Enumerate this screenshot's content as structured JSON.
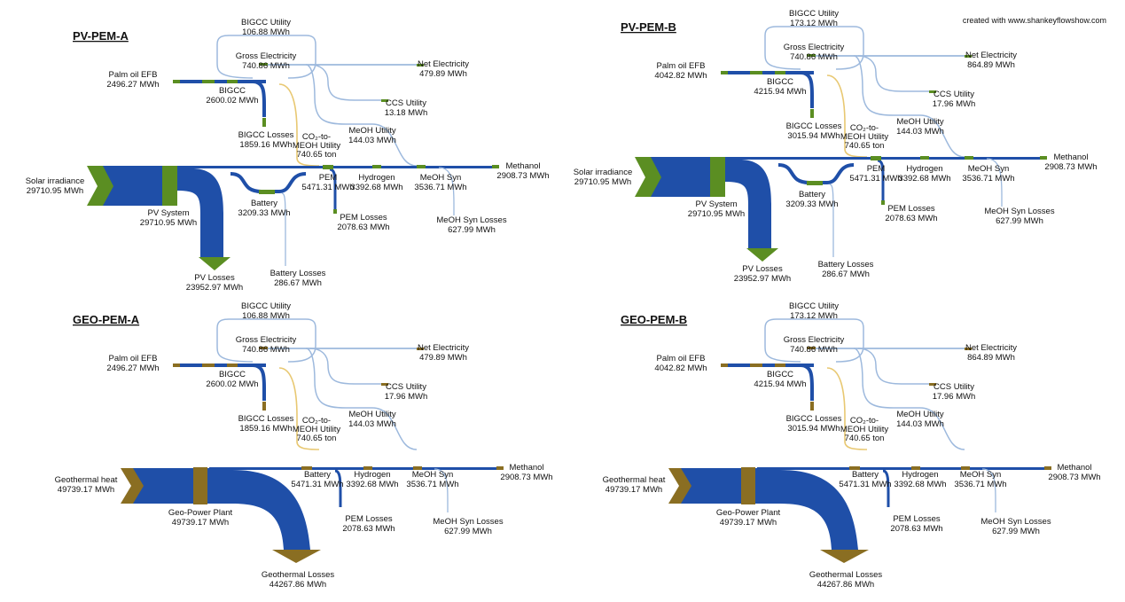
{
  "credit": "created with www.shankeyflowshow.com",
  "colors": {
    "link": "#1f4fa8",
    "thin": "#9db9dd",
    "co2": "#e8c872",
    "pv_node": "#5b8e22",
    "geo_node": "#8a6e22"
  },
  "panels": [
    {
      "title": "PV-PEM-A",
      "theme": "pv",
      "nodes": {
        "bigcc_util": [
          "BIGCC Utility",
          "106.88 MWh"
        ],
        "gross": [
          "Gross Electricity",
          "740.86 MWh"
        ],
        "palm": [
          "Palm oil EFB",
          "2496.27 MWh"
        ],
        "bigcc": [
          "BIGCC",
          "2600.02 MWh"
        ],
        "net": [
          "Net Electricity",
          "479.89 MWh"
        ],
        "ccs": [
          "CCS Utility",
          "13.18 MWh"
        ],
        "bigcc_loss": [
          "BIGCC Losses",
          "1859.16 MWh"
        ],
        "co2": [
          "CO₂-to-",
          "MEOH Utility",
          "740.65 ton"
        ],
        "meoh_util": [
          "MeOH Utility",
          "144.03 MWh"
        ],
        "source": [
          "Solar irradiance",
          "29710.95 MWh"
        ],
        "plant": [
          "PV System",
          "29710.95 MWh"
        ],
        "plant_loss": [
          "PV Losses",
          "23952.97 MWh"
        ],
        "battery": [
          "Battery",
          "3209.33 MWh"
        ],
        "battery_loss": [
          "Battery Losses",
          "286.67 MWh"
        ],
        "pem": [
          "PEM",
          "5471.31 MWh"
        ],
        "pem_loss": [
          "PEM Losses",
          "2078.63 MWh"
        ],
        "hydrogen": [
          "Hydrogen",
          "3392.68 MWh"
        ],
        "meoh_syn": [
          "MeOH Syn",
          "3536.71 MWh"
        ],
        "meoh_syn_loss": [
          "MeOH Syn Losses",
          "627.99 MWh"
        ],
        "methanol": [
          "Methanol",
          "2908.73 MWh"
        ]
      }
    },
    {
      "title": "PV-PEM-B",
      "theme": "pv",
      "nodes": {
        "bigcc_util": [
          "BIGCC Utility",
          "173.12 MWh"
        ],
        "gross": [
          "Gross Electricity",
          "740.86 MWh"
        ],
        "palm": [
          "Palm oil EFB",
          "4042.82 MWh"
        ],
        "bigcc": [
          "BIGCC",
          "4215.94 MWh"
        ],
        "net": [
          "Net Electricity",
          "864.89 MWh"
        ],
        "ccs": [
          "CCS Utility",
          "17.96 MWh"
        ],
        "bigcc_loss": [
          "BIGCC Losses",
          "3015.94 MWh"
        ],
        "co2": [
          "CO₂-to-",
          "MEOH Utility",
          "740.65 ton"
        ],
        "meoh_util": [
          "MeOH Utility",
          "144.03 MWh"
        ],
        "source": [
          "Solar irradiance",
          "29710.95 MWh"
        ],
        "plant": [
          "PV System",
          "29710.95 MWh"
        ],
        "plant_loss": [
          "PV Losses",
          "23952.97 MWh"
        ],
        "battery": [
          "Battery",
          "3209.33 MWh"
        ],
        "battery_loss": [
          "Battery Losses",
          "286.67 MWh"
        ],
        "pem": [
          "PEM",
          "5471.31 MWh"
        ],
        "pem_loss": [
          "PEM Losses",
          "2078.63 MWh"
        ],
        "hydrogen": [
          "Hydrogen",
          "3392.68 MWh"
        ],
        "meoh_syn": [
          "MeOH Syn",
          "3536.71 MWh"
        ],
        "meoh_syn_loss": [
          "MeOH Syn Losses",
          "627.99 MWh"
        ],
        "methanol": [
          "Methanol",
          "2908.73 MWh"
        ]
      }
    },
    {
      "title": "GEO-PEM-A",
      "theme": "geo",
      "nodes": {
        "bigcc_util": [
          "BIGCC Utility",
          "106.88 MWh"
        ],
        "gross": [
          "Gross Electricity",
          "740.86 MWh"
        ],
        "palm": [
          "Palm oil EFB",
          "2496.27 MWh"
        ],
        "bigcc": [
          "BIGCC",
          "2600.02 MWh"
        ],
        "net": [
          "Net Electricity",
          "479.89 MWh"
        ],
        "ccs": [
          "CCS Utility",
          "17.96 MWh"
        ],
        "bigcc_loss": [
          "BIGCC Losses",
          "1859.16 MWh"
        ],
        "co2": [
          "CO₂-to-",
          "MEOH Utility",
          "740.65 ton"
        ],
        "meoh_util": [
          "MeOH Utility",
          "144.03 MWh"
        ],
        "source": [
          "Geothermal heat",
          "49739.17 MWh"
        ],
        "plant": [
          "Geo-Power Plant",
          "49739.17 MWh"
        ],
        "plant_loss": [
          "Geothermal Losses",
          "44267.86 MWh"
        ],
        "battery": [
          "Battery",
          "5471.31 MWh"
        ],
        "pem_loss": [
          "PEM Losses",
          "2078.63 MWh"
        ],
        "hydrogen": [
          "Hydrogen",
          "3392.68 MWh"
        ],
        "meoh_syn": [
          "MeOH Syn",
          "3536.71 MWh"
        ],
        "meoh_syn_loss": [
          "MeOH Syn Losses",
          "627.99 MWh"
        ],
        "methanol": [
          "Methanol",
          "2908.73 MWh"
        ]
      }
    },
    {
      "title": "GEO-PEM-B",
      "theme": "geo",
      "nodes": {
        "bigcc_util": [
          "BIGCC Utility",
          "173.12 MWh"
        ],
        "gross": [
          "Gross Electricity",
          "740.86 MWh"
        ],
        "palm": [
          "Palm oil EFB",
          "4042.82 MWh"
        ],
        "bigcc": [
          "BIGCC",
          "4215.94 MWh"
        ],
        "net": [
          "Net Electricity",
          "864.89 MWh"
        ],
        "ccs": [
          "CCS Utility",
          "17.96 MWh"
        ],
        "bigcc_loss": [
          "BIGCC Losses",
          "3015.94 MWh"
        ],
        "co2": [
          "CO₂-to-",
          "MEOH Utility",
          "740.65 ton"
        ],
        "meoh_util": [
          "MeOH Utility",
          "144.03 MWh"
        ],
        "source": [
          "Geothermal heat",
          "49739.17 MWh"
        ],
        "plant": [
          "Geo-Power Plant",
          "49739.17 MWh"
        ],
        "plant_loss": [
          "Geothermal Losses",
          "44267.86 MWh"
        ],
        "battery": [
          "Battery",
          "5471.31 MWh"
        ],
        "pem_loss": [
          "PEM Losses",
          "2078.63 MWh"
        ],
        "hydrogen": [
          "Hydrogen",
          "3392.68 MWh"
        ],
        "meoh_syn": [
          "MeOH Syn",
          "3536.71 MWh"
        ],
        "meoh_syn_loss": [
          "MeOH Syn Losses",
          "627.99 MWh"
        ],
        "methanol": [
          "Methanol",
          "2908.73 MWh"
        ]
      }
    }
  ]
}
